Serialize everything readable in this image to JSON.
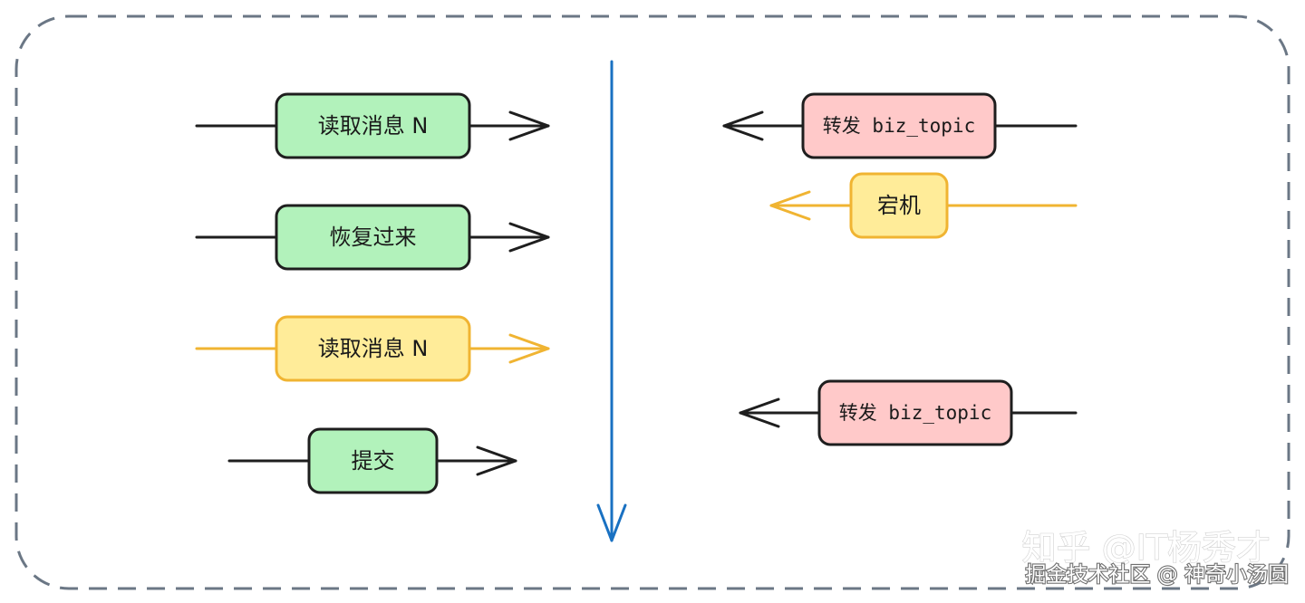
{
  "diagram": {
    "left_column": [
      {
        "id": "read-n-1",
        "text": "读取消息 N",
        "state": "success"
      },
      {
        "id": "recovered",
        "text": "恢复过来",
        "state": "success"
      },
      {
        "id": "read-n-2",
        "text": "读取消息 N",
        "state": "warning"
      },
      {
        "id": "commit",
        "text": "提交",
        "state": "success"
      }
    ],
    "right_column": [
      {
        "id": "forward-1",
        "text": "转发 biz_topic",
        "state": "error"
      },
      {
        "id": "crash",
        "text": "宕机",
        "state": "warning"
      },
      {
        "id": "forward-2",
        "text": "转发 biz_topic",
        "state": "error"
      }
    ],
    "timeline": {
      "direction": "down"
    }
  },
  "colors": {
    "success_fill": "#b2f2bb",
    "warning_fill": "#ffec99",
    "error_fill": "#ffc9c9",
    "node_stroke": "#1e1e1e",
    "warning_stroke": "#f0b432",
    "timeline": "#1971c2",
    "frame": "#6b7785"
  },
  "watermark": {
    "line1": "知乎 @IT杨秀才",
    "line2": "掘金技术社区 @ 神奇小汤圆"
  }
}
